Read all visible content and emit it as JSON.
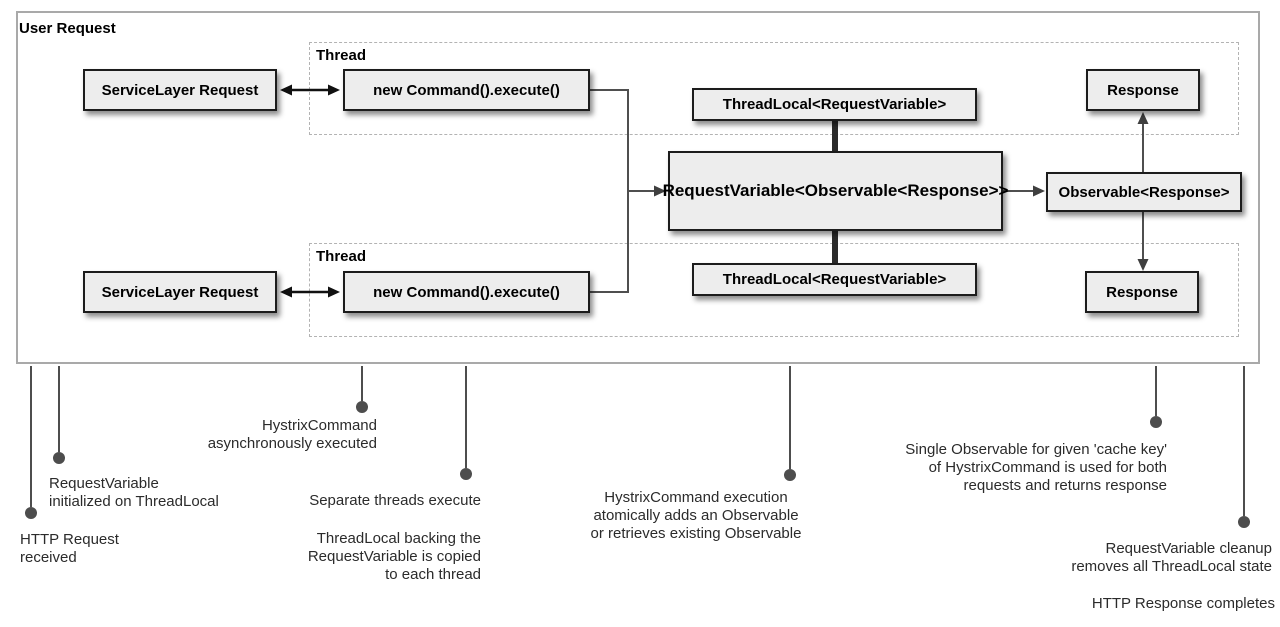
{
  "diagram": {
    "container_label": "User Request",
    "thread_label": "Thread",
    "nodes": {
      "service_layer_request_top": "ServiceLayer Request",
      "new_command_execute_top": "new Command().execute()",
      "service_layer_request_bottom": "ServiceLayer Request",
      "new_command_execute_bottom": "new Command().execute()",
      "threadlocal_top": "ThreadLocal<RequestVariable>",
      "request_variable": "RequestVariable<Observable<Response>>",
      "threadlocal_bottom": "ThreadLocal<RequestVariable>",
      "observable": "Observable<Response>",
      "response_top": "Response",
      "response_bottom": "Response"
    },
    "colors": {
      "node_fill": "#ededed",
      "node_border": "#1c1c1c",
      "outer_border": "#a9a9a9",
      "dashed_border": "#b3b3b3",
      "connector": "#4f4f4f",
      "annotation_marker": "#4d4d4d",
      "annotation_text": "#2b2b2b"
    }
  },
  "annotations": {
    "http_request": {
      "lines": [
        "HTTP Request",
        "received"
      ]
    },
    "reqvar_init": {
      "lines": [
        "RequestVariable",
        "initialized on ThreadLocal"
      ]
    },
    "hystrix_async": {
      "lines": [
        "HystrixCommand",
        "asynchronously executed"
      ]
    },
    "separate_threads": {
      "lines": [
        "Separate threads execute"
      ]
    },
    "threadlocal_backing": {
      "lines": [
        "ThreadLocal backing the",
        "RequestVariable is copied",
        "to each thread"
      ]
    },
    "hystrix_exec": {
      "lines": [
        "HystrixCommand execution",
        "atomically adds an Observable",
        "or retrieves existing Observable"
      ]
    },
    "single_observable": {
      "lines": [
        "Single Observable for given 'cache key'",
        "of HystrixCommand is used for both",
        "requests and returns response"
      ]
    },
    "reqvar_cleanup": {
      "lines": [
        "RequestVariable cleanup",
        "removes all ThreadLocal state"
      ]
    },
    "http_response": {
      "lines": [
        "HTTP Response completes"
      ]
    }
  }
}
